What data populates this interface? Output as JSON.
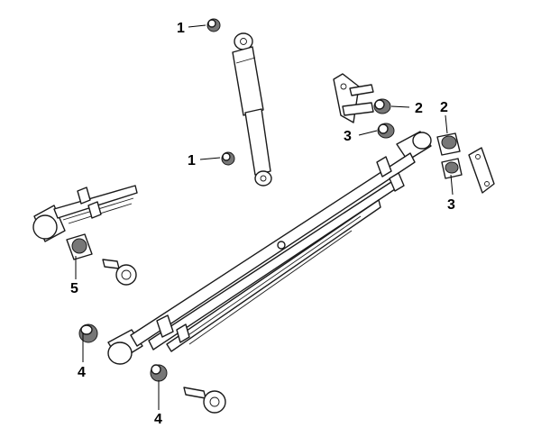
{
  "callouts": {
    "c1_top": "1",
    "c1_mid": "1",
    "c2_center": "2",
    "c2_right": "2",
    "c3_center": "3",
    "c3_right": "3",
    "c4_left": "4",
    "c4_bottom": "4",
    "c5_left": "5"
  },
  "colors": {
    "line": "#1a1a1a",
    "bushing": "#777777",
    "background": "#ffffff"
  }
}
